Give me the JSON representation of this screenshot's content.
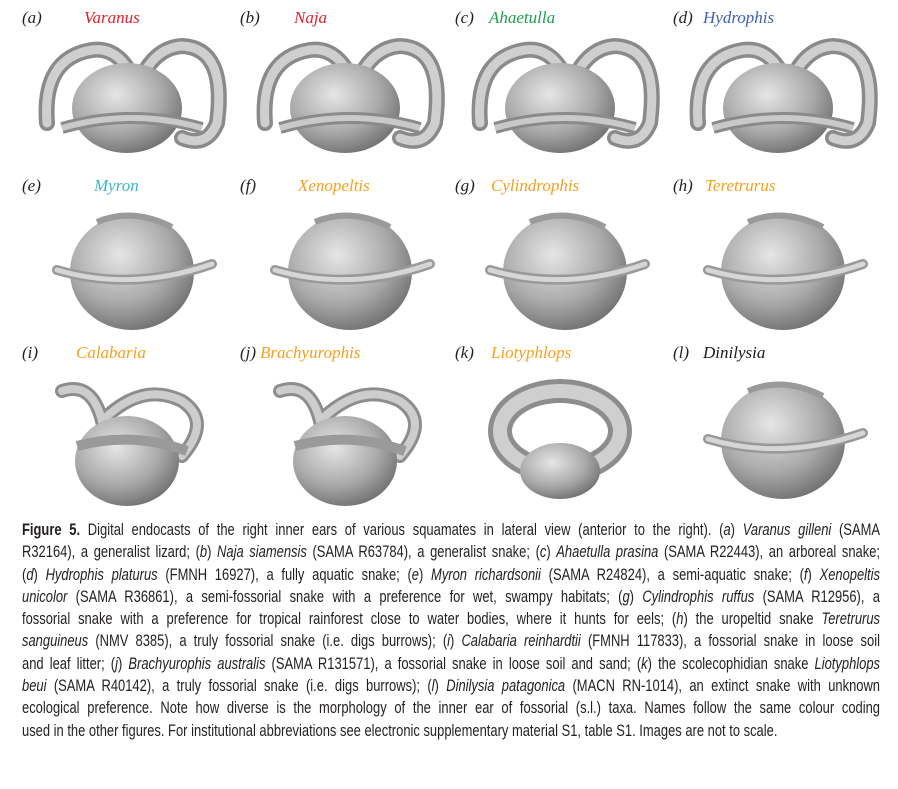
{
  "panels": [
    {
      "letter": "(a)",
      "name": "Varanus",
      "color": "#e3202b",
      "kind": "loops"
    },
    {
      "letter": "(b)",
      "name": "Naja",
      "color": "#e3202b",
      "kind": "loops"
    },
    {
      "letter": "(c)",
      "name": "Ahaetulla",
      "color": "#1e9e48",
      "kind": "loops"
    },
    {
      "letter": "(d)",
      "name": "Hydrophis",
      "color": "#3f5fb0",
      "kind": "loops"
    },
    {
      "letter": "(e)",
      "name": "Myron",
      "color": "#3fb6c6",
      "kind": "ball"
    },
    {
      "letter": "(f)",
      "name": "Xenopeltis",
      "color": "#f5a01e",
      "kind": "ball"
    },
    {
      "letter": "(g)",
      "name": "Cylindrophis",
      "color": "#f5a01e",
      "kind": "ball"
    },
    {
      "letter": "(h)",
      "name": "Teretrurus",
      "color": "#f5a01e",
      "kind": "ball"
    },
    {
      "letter": "(i)",
      "name": "Calabaria",
      "color": "#f5a01e",
      "kind": "mixed"
    },
    {
      "letter": "(j)",
      "name": "Brachyurophis",
      "color": "#f5a01e",
      "kind": "mixed"
    },
    {
      "letter": "(k)",
      "name": "Liotyphlops",
      "color": "#f5a01e",
      "kind": "ring"
    },
    {
      "letter": "(l)",
      "name": "Dinilysia",
      "color": "#1a1a1a",
      "kind": "ball"
    }
  ],
  "caption": {
    "lines": [
      [
        {
          "t": "Figure 5.",
          "s": "b"
        },
        {
          "t": " Digital endocasts of the right inner ears of various squamates in lateral view (anterior to the right). ("
        },
        {
          "t": "a",
          "s": "i"
        },
        {
          "t": ") "
        },
        {
          "t": "Varanus gilleni",
          "s": "i"
        },
        {
          "t": " (SAMA"
        }
      ],
      [
        {
          "t": "R32164), a generalist lizard; ("
        },
        {
          "t": "b",
          "s": "i"
        },
        {
          "t": ") "
        },
        {
          "t": "Naja siamensis",
          "s": "i"
        },
        {
          "t": " (SAMA R63784), a generalist snake; ("
        },
        {
          "t": "c",
          "s": "i"
        },
        {
          "t": ") "
        },
        {
          "t": "Ahaetulla prasina",
          "s": "i"
        },
        {
          "t": " (SAMA R22443), an arboreal snake;"
        }
      ],
      [
        {
          "t": "("
        },
        {
          "t": "d",
          "s": "i"
        },
        {
          "t": ") "
        },
        {
          "t": "Hydrophis platurus",
          "s": "i"
        },
        {
          "t": " (FMNH 16927), a fully aquatic snake; ("
        },
        {
          "t": "e",
          "s": "i"
        },
        {
          "t": ") "
        },
        {
          "t": "Myron richardsonii",
          "s": "i"
        },
        {
          "t": " (SAMA R24824), a semi-aquatic snake; ("
        },
        {
          "t": "f",
          "s": "i"
        },
        {
          "t": ") "
        },
        {
          "t": "Xenopeltis",
          "s": "i"
        }
      ],
      [
        {
          "t": "unicolor",
          "s": "i"
        },
        {
          "t": " (SAMA R36861), a semi-fossorial snake with a preference for wet, swampy habitats; ("
        },
        {
          "t": "g",
          "s": "i"
        },
        {
          "t": ") "
        },
        {
          "t": "Cylindrophis ruffus",
          "s": "i"
        },
        {
          "t": " (SAMA R12956), a"
        }
      ],
      [
        {
          "t": "fossorial snake with a preference for tropical rainforest close to water bodies, where it hunts for eels; ("
        },
        {
          "t": "h",
          "s": "i"
        },
        {
          "t": ") the uropeltid snake "
        },
        {
          "t": "Teretrurus",
          "s": "i"
        }
      ],
      [
        {
          "t": "sanguineus",
          "s": "i"
        },
        {
          "t": " (NMV 8385), a truly fossorial snake (i.e. digs burrows); ("
        },
        {
          "t": "i",
          "s": "i"
        },
        {
          "t": ") "
        },
        {
          "t": "Calabaria reinhardtii",
          "s": "i"
        },
        {
          "t": " (FMNH 117833), a fossorial snake in loose soil"
        }
      ],
      [
        {
          "t": "and leaf litter; ("
        },
        {
          "t": "j",
          "s": "i"
        },
        {
          "t": ") "
        },
        {
          "t": "Brachyurophis australis",
          "s": "i"
        },
        {
          "t": " (SAMA R131571), a fossorial snake in loose soil and sand; ("
        },
        {
          "t": "k",
          "s": "i"
        },
        {
          "t": ") the scolecophidian snake "
        },
        {
          "t": "Liotyphlops",
          "s": "i"
        }
      ],
      [
        {
          "t": "beui",
          "s": "i"
        },
        {
          "t": " (SAMA R40142), a truly fossorial snake (i.e. digs burrows); ("
        },
        {
          "t": "l",
          "s": "i"
        },
        {
          "t": ") "
        },
        {
          "t": "Dinilysia patagonica",
          "s": "i"
        },
        {
          "t": " (MACN RN-1014), an extinct snake with unknown"
        }
      ],
      [
        {
          "t": "ecological preference. Note how diverse is the morphology of the inner ear of fossorial (s.l.) taxa. Names follow the same colour coding"
        }
      ],
      [
        {
          "t": "used in the other figures. For institutional abbreviations see electronic supplementary material S1, table S1. Images are not to scale."
        }
      ]
    ]
  }
}
